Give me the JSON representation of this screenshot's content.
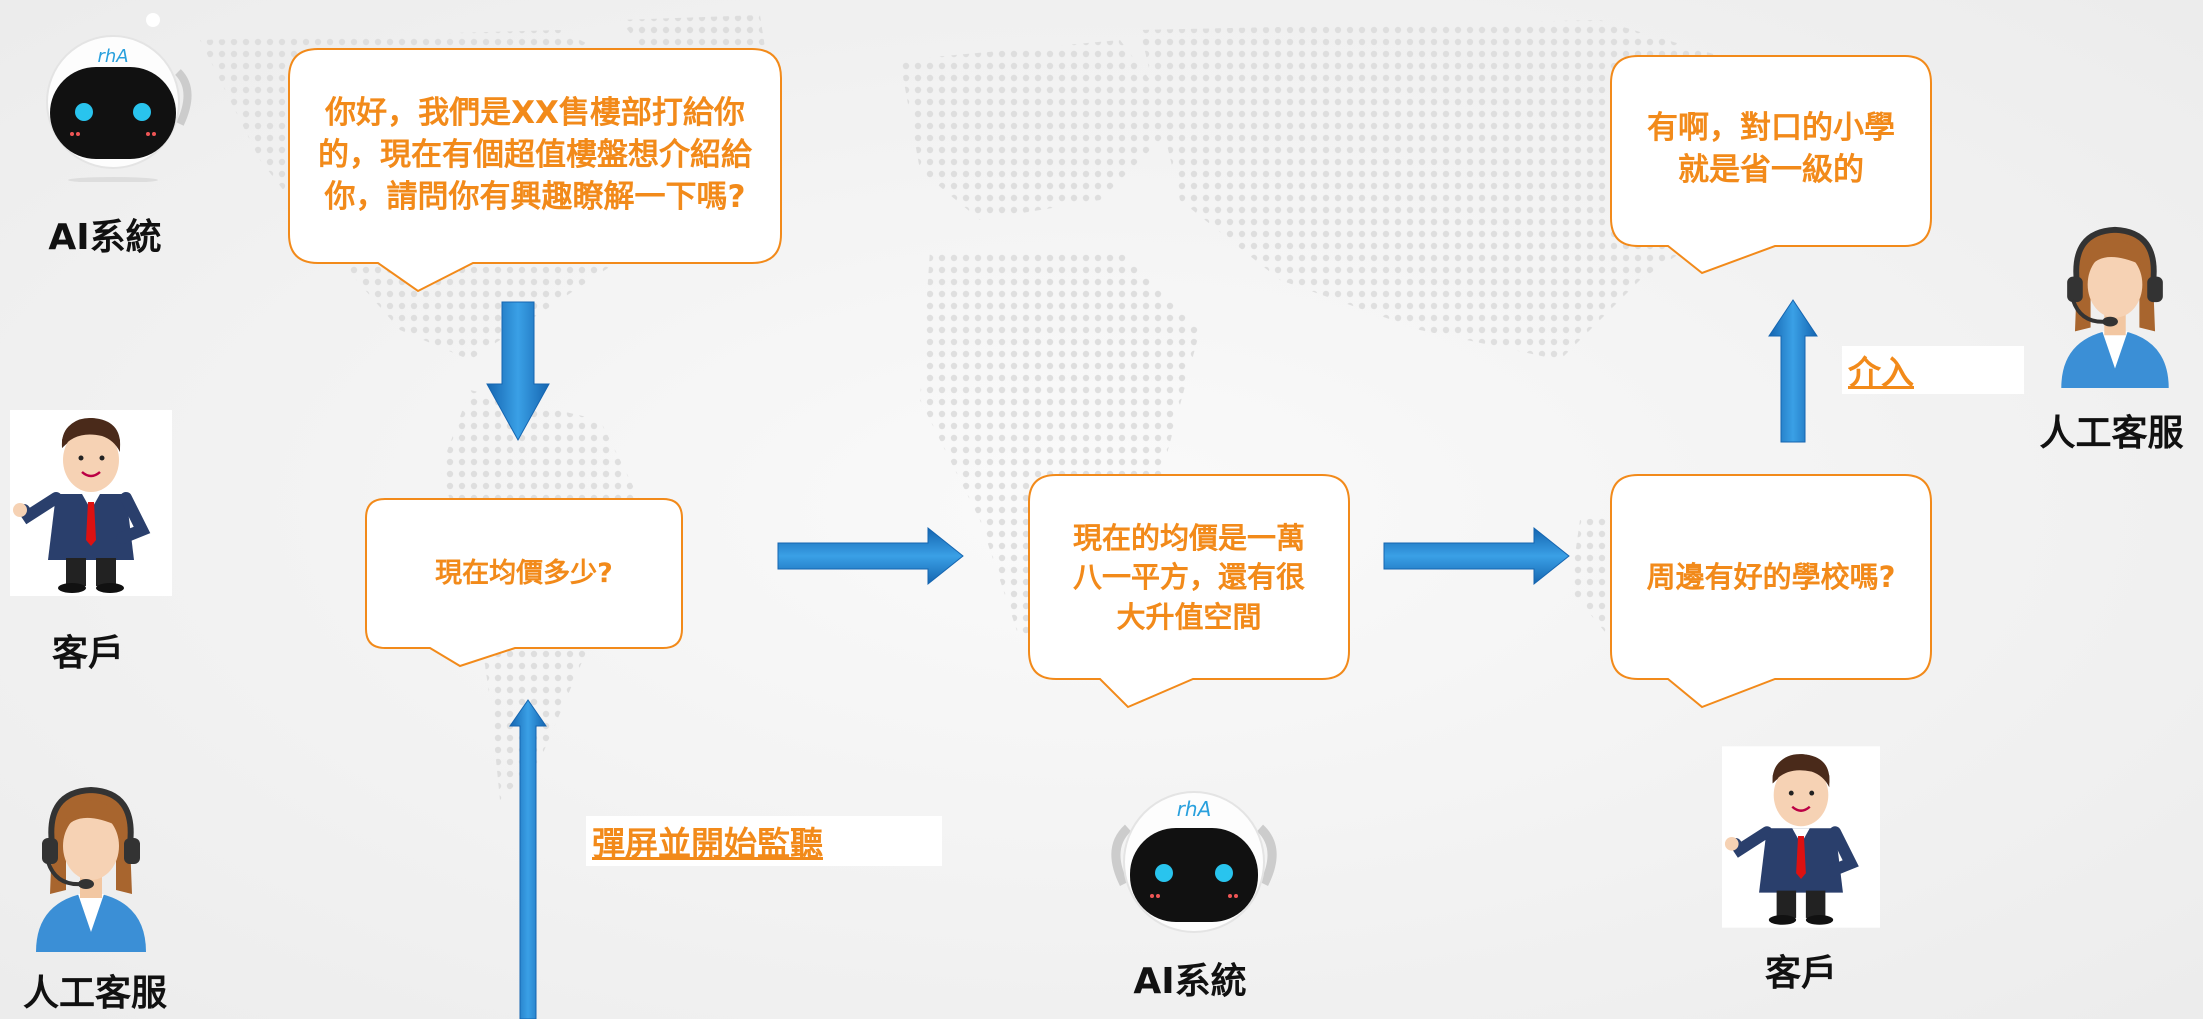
{
  "colors": {
    "accent_orange": "#f28a1a",
    "arrow_blue": "#1f7fc7",
    "background": "#f3f3f3"
  },
  "bubbles": {
    "b1": "你好，我們是XX售樓部打給你的，現在有個超值樓盤想介紹給你，請問你有興趣瞭解一下嗎?",
    "b2": "現在均價多少?",
    "b3": "現在的均價是一萬八一平方，還有很大升值空間",
    "b4": "周邊有好的學校嗎?",
    "b5": "有啊，對口的小學就是省一級的"
  },
  "links": {
    "monitor": "彈屏並開始監聽",
    "intervene": "介入"
  },
  "actors": {
    "ai_left": "AI系統",
    "customer_left": "客戶",
    "agent_left": "人工客服",
    "ai_center": "AI系統",
    "customer_right": "客戶",
    "agent_right": "人工客服"
  },
  "icons": {
    "robot": "robot-icon",
    "businessman": "businessman-icon",
    "headset_agent": "headset-agent-icon"
  }
}
